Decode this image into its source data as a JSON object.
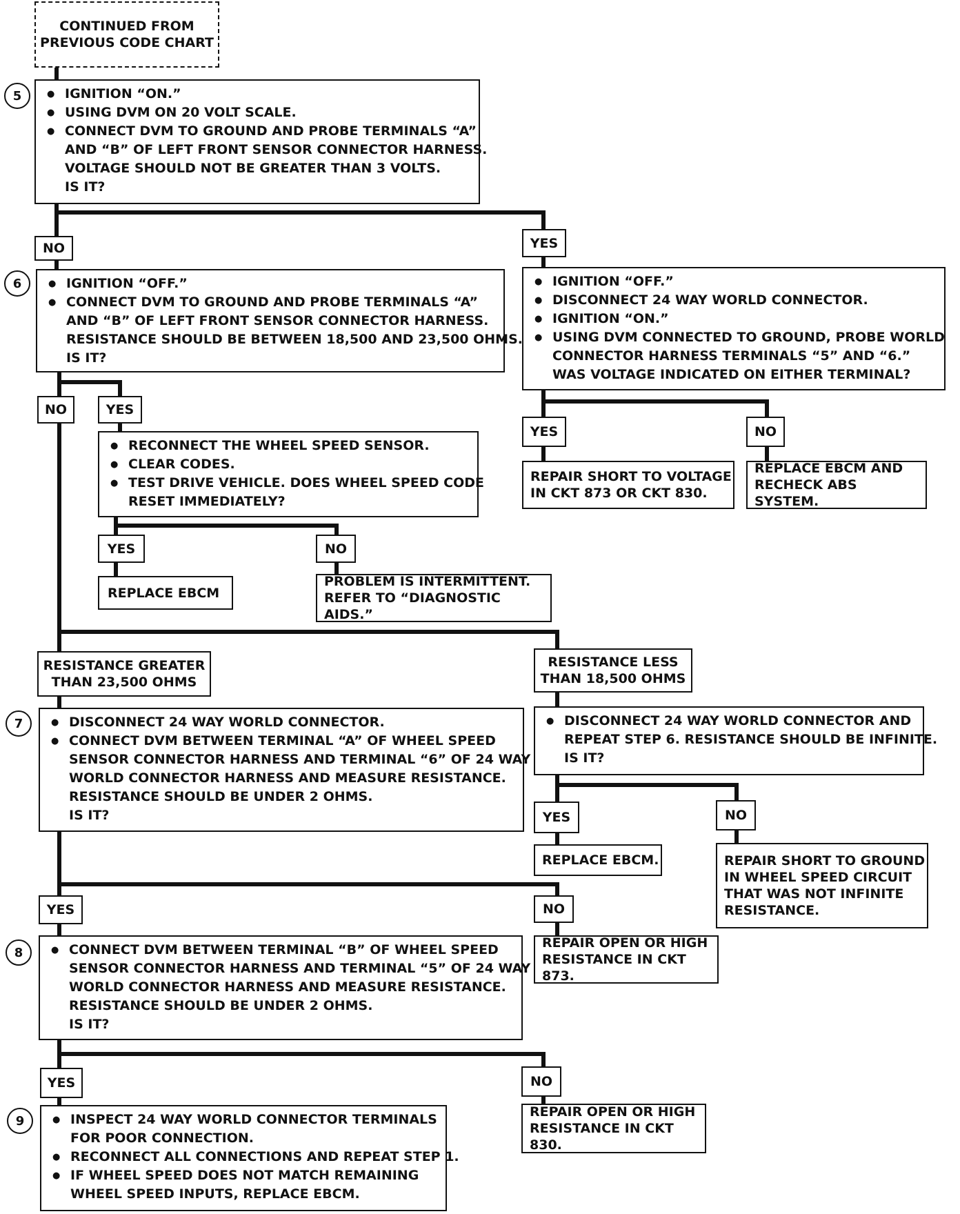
{
  "header": {
    "text": "CONTINUED FROM\nPREVIOUS CODE CHART"
  },
  "steps": {
    "s5": "5",
    "s6": "6",
    "s7": "7",
    "s8": "8",
    "s9": "9"
  },
  "step5": {
    "lines": [
      "IGNITION “ON.”",
      "USING DVM ON 20 VOLT SCALE.",
      "CONNECT DVM TO GROUND AND PROBE TERMINALS “A”",
      "AND “B” OF LEFT FRONT SENSOR CONNECTOR HARNESS.",
      "VOLTAGE SHOULD NOT BE GREATER THAN 3 VOLTS.",
      "IS IT?"
    ]
  },
  "step6": {
    "lines": [
      "IGNITION “OFF.”",
      "CONNECT DVM TO GROUND AND PROBE TERMINALS “A”",
      "AND “B” OF LEFT FRONT SENSOR CONNECTOR HARNESS.",
      "RESISTANCE SHOULD BE BETWEEN 18,500 AND 23,500 OHMS.",
      "IS IT?"
    ]
  },
  "yes_branch": {
    "lines": [
      "IGNITION “OFF.”",
      "DISCONNECT 24 WAY WORLD CONNECTOR.",
      "IGNITION “ON.”",
      "USING DVM CONNECTED TO GROUND, PROBE WORLD",
      "CONNECTOR HARNESS TERMINALS “5” AND “6.”",
      "WAS VOLTAGE INDICATED ON EITHER TERMINAL?"
    ]
  },
  "reconnect": {
    "lines": [
      "RECONNECT THE WHEEL SPEED SENSOR.",
      "CLEAR CODES.",
      "TEST DRIVE VEHICLE.  DOES WHEEL SPEED CODE",
      "RESET IMMEDIATELY?"
    ]
  },
  "step7": {
    "lines": [
      "DISCONNECT 24 WAY WORLD CONNECTOR.",
      "CONNECT DVM BETWEEN TERMINAL “A” OF WHEEL SPEED",
      "SENSOR  CONNECTOR HARNESS AND TERMINAL “6” OF 24 WAY",
      "WORLD CONNECTOR HARNESS AND MEASURE RESISTANCE.",
      "RESISTANCE SHOULD BE UNDER 2 OHMS.",
      "IS IT?"
    ]
  },
  "less_branch": {
    "lines": [
      "DISCONNECT 24 WAY WORLD CONNECTOR AND",
      "REPEAT STEP 6.  RESISTANCE SHOULD BE INFINITE.",
      "IS IT?"
    ]
  },
  "step8": {
    "lines": [
      "CONNECT DVM BETWEEN TERMINAL “B” OF WHEEL SPEED",
      "SENSOR CONNECTOR HARNESS AND TERMINAL “5” OF 24 WAY",
      "WORLD CONNECTOR HARNESS AND MEASURE RESISTANCE.",
      "RESISTANCE SHOULD BE UNDER 2 OHMS.",
      "IS IT?"
    ]
  },
  "step9": {
    "lines": [
      "INSPECT 24 WAY WORLD CONNECTOR TERMINALS",
      "FOR POOR CONNECTION.",
      "RECONNECT ALL CONNECTIONS AND REPEAT STEP 1.",
      "IF WHEEL SPEED DOES NOT MATCH REMAINING",
      "WHEEL SPEED INPUTS, REPLACE EBCM."
    ]
  },
  "results": {
    "repair_short_voltage": "REPAIR SHORT TO VOLTAGE\nIN CKT 873 OR CKT 830.",
    "replace_ebcm_recheck": "REPLACE EBCM AND\nRECHECK ABS SYSTEM.",
    "replace_ebcm": "REPLACE EBCM",
    "intermittent": "PROBLEM IS INTERMITTENT.\nREFER TO “DIAGNOSTIC AIDS.”",
    "resistance_greater": "RESISTANCE GREATER\nTHAN 23,500 OHMS",
    "resistance_less": "RESISTANCE LESS\nTHAN 18,500 OHMS",
    "replace_ebcm_period": "REPLACE EBCM.",
    "repair_short_ground": "REPAIR SHORT TO GROUND\nIN WHEEL SPEED CIRCUIT\nTHAT WAS NOT INFINITE\nRESISTANCE.",
    "repair_open_873": "REPAIR OPEN OR HIGH\nRESISTANCE IN CKT 873.",
    "repair_open_830": "REPAIR OPEN OR HIGH\nRESISTANCE IN CKT 830."
  },
  "answers": {
    "yes": "YES",
    "no": "NO"
  }
}
